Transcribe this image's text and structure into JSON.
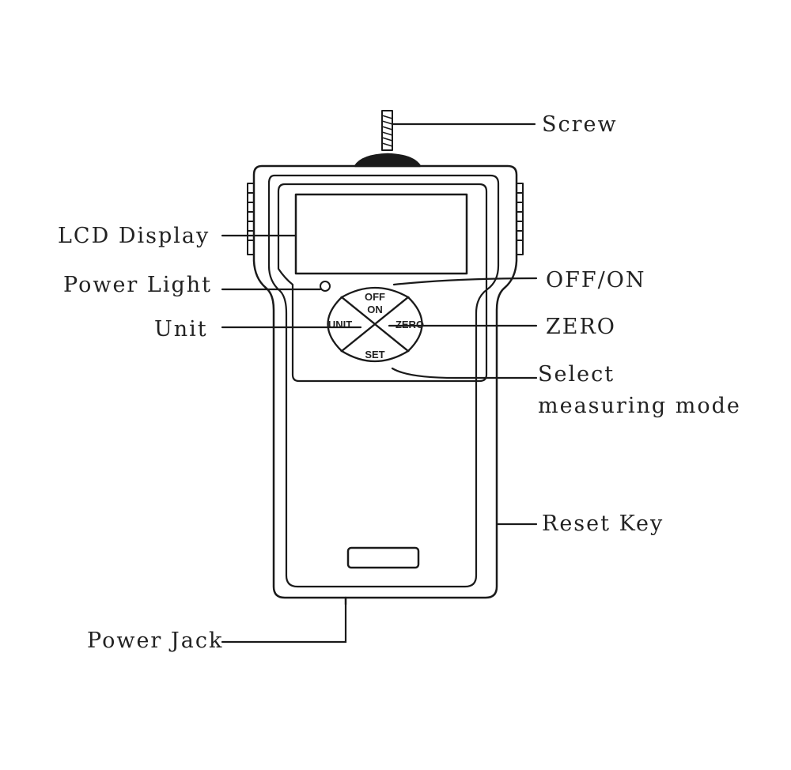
{
  "labels": {
    "screw": "Screw",
    "lcd_display": "LCD Display",
    "power_light": "Power Light",
    "unit": "Unit",
    "off_on": "OFF/ON",
    "zero": "ZERO",
    "select_line1": "Select",
    "select_line2": "measuring mode",
    "reset_key": "Reset Key",
    "power_jack": "Power Jack"
  },
  "buttons": {
    "off": "OFF",
    "on": "ON",
    "unit": "UNIT",
    "zero": "ZERO",
    "set": "SET"
  },
  "colors": {
    "stroke": "#1a1a1a",
    "text": "#222222",
    "background": "#ffffff"
  }
}
